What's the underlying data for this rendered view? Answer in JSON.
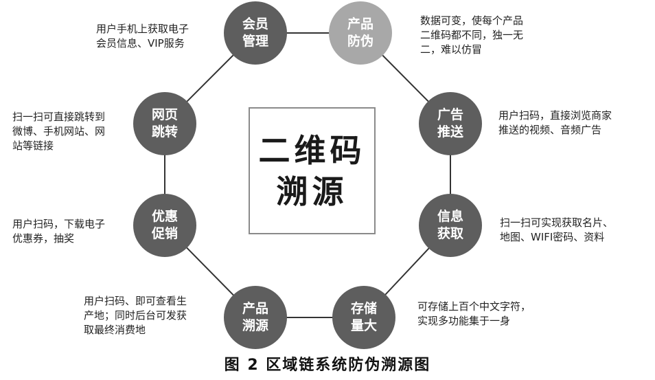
{
  "center": {
    "title": "二维码\n溯源",
    "border_color": "#8a8a8a"
  },
  "caption": "图 2   区域链系统防伪溯源图",
  "colors": {
    "node_dark": "#5e5e5e",
    "node_light": "#a8a8a8",
    "ring_line": "#333333"
  },
  "nodes": [
    {
      "label": "会员\n管理",
      "desc": "用户手机上获取电子\n会员信息、VIP服务",
      "shade": "dark"
    },
    {
      "label": "产品\n防伪",
      "desc": "数据可变，使每个产品\n二维码都不同，独一无\n二，难以仿冒",
      "shade": "light"
    },
    {
      "label": "广告\n推送",
      "desc": "用户扫码，直接浏览商家\n推送的视频、音频广告",
      "shade": "dark"
    },
    {
      "label": "信息\n获取",
      "desc": "扫一扫可实现获取名片、\n地图、WIFI密码、资料",
      "shade": "dark"
    },
    {
      "label": "存储\n量大",
      "desc": "可存储上百个中文字符，\n实现多功能集于一身",
      "shade": "dark"
    },
    {
      "label": "产品\n溯源",
      "desc": "用户扫码、即可查看生\n产地；同时后台可发获\n取最终消费地",
      "shade": "dark"
    },
    {
      "label": "优惠\n促销",
      "desc": "用户扫码，下载电子\n优惠券，抽奖",
      "shade": "dark"
    },
    {
      "label": "网页\n跳转",
      "desc": "扫一扫可直接跳转到\n微博、手机网站、网\n站等链接",
      "shade": "dark"
    }
  ]
}
